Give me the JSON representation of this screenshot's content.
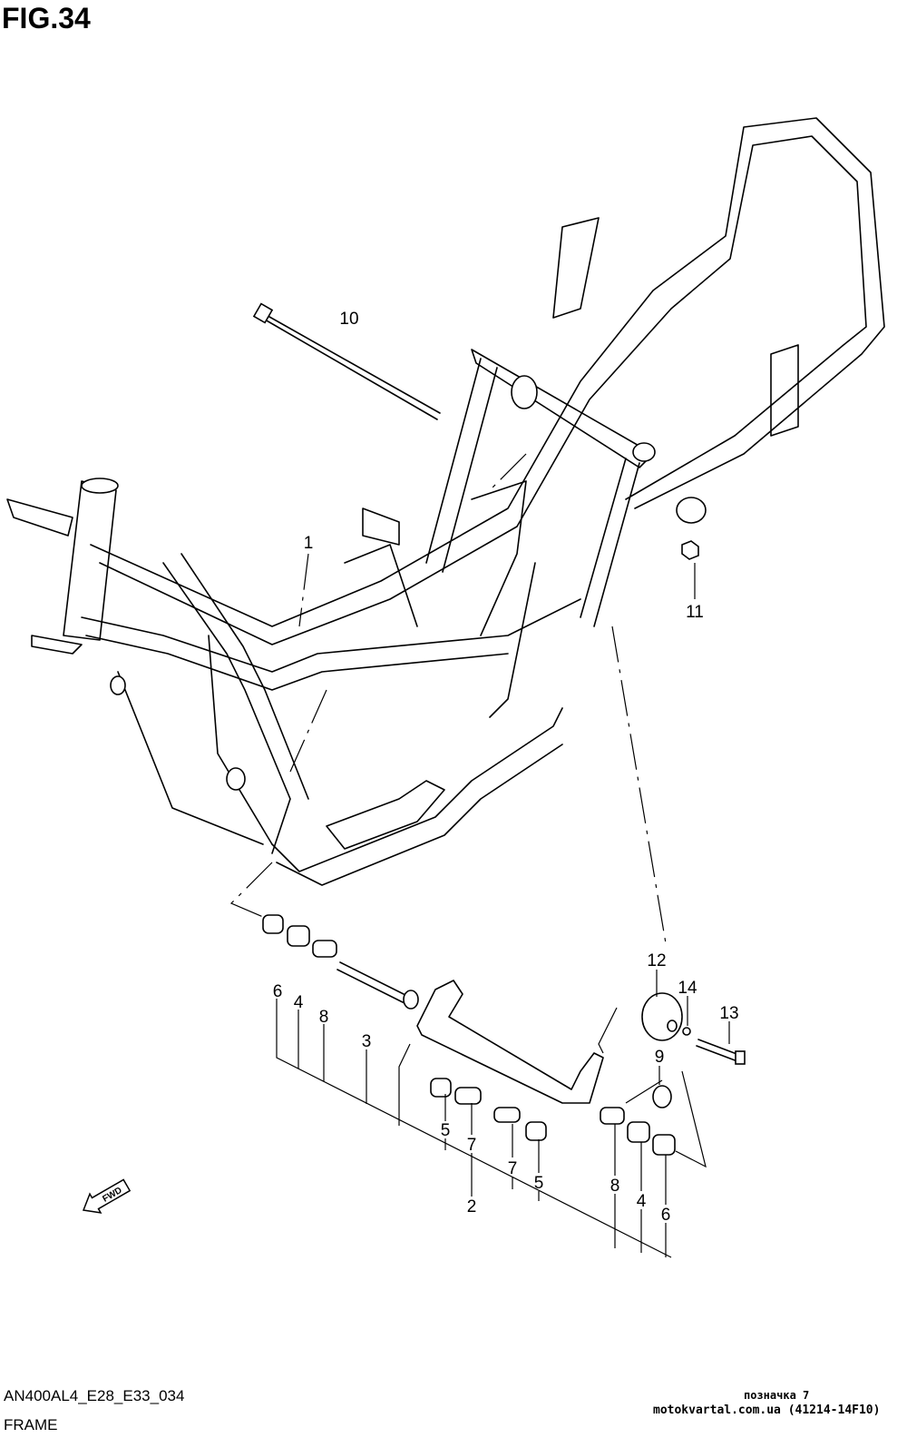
{
  "figure": {
    "title": "FIG.34"
  },
  "callouts": {
    "frame": "1",
    "bracket": "2",
    "bolt_long": "3",
    "bush_left_4": "4",
    "bush_right_4": "4",
    "bearing_left_5": "5",
    "bearing_right_5": "5",
    "cover_left_6": "6",
    "cover_right_6": "6",
    "collar_left_7": "7",
    "collar_right_7": "7",
    "spacer_left_8": "8",
    "spacer_right_8": "8",
    "washer_9": "9",
    "bolt_10": "10",
    "nut_11": "11",
    "damper_12": "12",
    "bolt_13": "13",
    "washer_14": "14"
  },
  "fwd_arrow": {
    "label": "FWD"
  },
  "footer": {
    "code": "AN400AL4_E28_E33_034",
    "name": "FRAME",
    "watermark_line1": "позначка 7",
    "watermark_line2": "motokvartal.com.ua (41214-14F10)"
  }
}
